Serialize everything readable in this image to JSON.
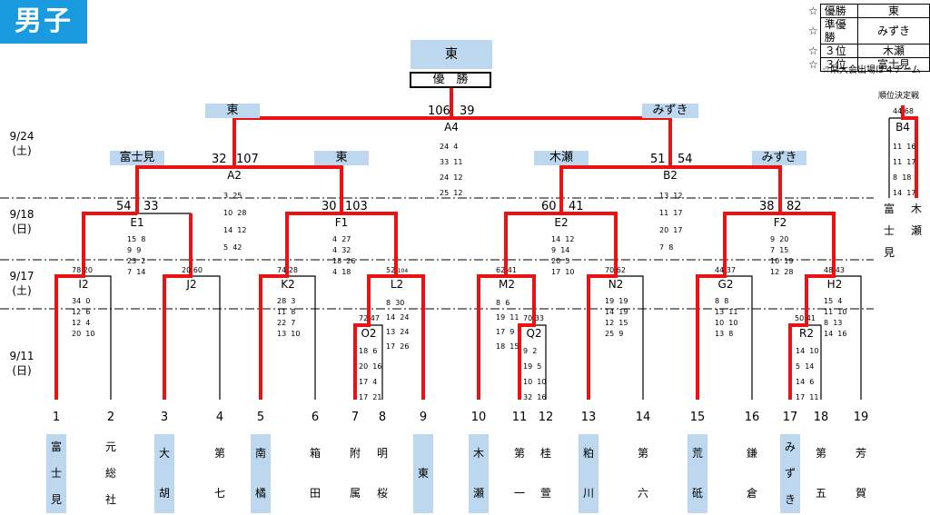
{
  "title": "男子",
  "champion_box": "東",
  "champion_label": "優　勝",
  "rankings": {
    "rows": [
      {
        "star": "☆",
        "place": "優勝",
        "team": "東"
      },
      {
        "star": "☆",
        "place": "準優勝",
        "team": "みずき"
      },
      {
        "star": "☆",
        "place": "３位",
        "team": "木瀬"
      },
      {
        "star": "☆",
        "place": "３位",
        "team": "富士見"
      }
    ],
    "note": "☆県大会出場は４チーム"
  },
  "third_place": {
    "title": "順位決定戦",
    "node": "B4",
    "s1": "44",
    "s2": "68",
    "scores": [
      [
        "11",
        "16"
      ],
      [
        "11",
        "17"
      ],
      [
        "8",
        "18"
      ],
      [
        "14",
        "17"
      ]
    ],
    "left_team": "富士見",
    "right_team": "木瀬"
  },
  "dates": [
    "9/24\n(土)",
    "9/18\n(日)",
    "9/17\n(土)",
    "9/11\n(日)"
  ],
  "final": {
    "node": "A4",
    "left_team": "東",
    "right_team": "みずき",
    "s1": "106",
    "s2": "39",
    "scores": [
      [
        "24",
        "4"
      ],
      [
        "33",
        "11"
      ],
      [
        "24",
        "12"
      ],
      [
        "25",
        "12"
      ]
    ]
  },
  "semis": [
    {
      "node": "A2",
      "left_team": "富士見",
      "right_team": "東",
      "s1": "32",
      "s2": "107",
      "scores": [
        [
          "3",
          "25"
        ],
        [
          "10",
          "28"
        ],
        [
          "14",
          "12"
        ],
        [
          "5",
          "42"
        ]
      ]
    },
    {
      "node": "B2",
      "left_team": "木瀬",
      "right_team": "みずき",
      "s1": "51",
      "s2": "54",
      "scores": [
        [
          "13",
          "12"
        ],
        [
          "11",
          "17"
        ],
        [
          "20",
          "17"
        ],
        [
          "7",
          "8"
        ]
      ]
    }
  ],
  "quarters": [
    {
      "node": "E1",
      "s1": "54",
      "s2": "33",
      "scores": [
        [
          "15",
          "8"
        ],
        [
          "9",
          "9"
        ],
        [
          "23",
          "2"
        ],
        [
          "7",
          "14"
        ]
      ]
    },
    {
      "node": "F1",
      "s1": "30",
      "s2": "103",
      "scores": [
        [
          "4",
          "27"
        ],
        [
          "4",
          "32"
        ],
        [
          "18",
          "26"
        ],
        [
          "4",
          "18"
        ]
      ]
    },
    {
      "node": "E2",
      "s1": "60",
      "s2": "41",
      "scores": [
        [
          "14",
          "12"
        ],
        [
          "9",
          "14"
        ],
        [
          "20",
          "5"
        ],
        [
          "17",
          "10"
        ]
      ]
    },
    {
      "node": "F2",
      "s1": "38",
      "s2": "82",
      "scores": [
        [
          "9",
          "20"
        ],
        [
          "7",
          "15"
        ],
        [
          "10",
          "19"
        ],
        [
          "12",
          "28"
        ]
      ]
    }
  ],
  "round2": [
    {
      "node": "I2",
      "s1": "78",
      "s2": "20",
      "scores": [
        [
          "34",
          "0"
        ],
        [
          "12",
          "6"
        ],
        [
          "12",
          "4"
        ],
        [
          "20",
          "10"
        ]
      ]
    },
    {
      "node": "J2",
      "s1": "20",
      "s2": "60"
    },
    {
      "node": "K2",
      "s1": "74",
      "s2": "28",
      "scores": [
        [
          "28",
          "3"
        ],
        [
          "11",
          "8"
        ],
        [
          "22",
          "7"
        ],
        [
          "13",
          "10"
        ]
      ]
    },
    {
      "node": "L2",
      "s1": "52",
      "s2": "104",
      "scores": [
        [
          "8",
          "30"
        ],
        [
          "14",
          "24"
        ],
        [
          "13",
          "24"
        ],
        [
          "17",
          "26"
        ]
      ]
    },
    {
      "node": "M2",
      "s1": "62",
      "s2": "41",
      "scores": [
        [
          "8",
          "6"
        ],
        [
          "19",
          "11"
        ],
        [
          "17",
          "9"
        ],
        [
          "18",
          "15"
        ]
      ]
    },
    {
      "node": "N2",
      "s1": "70",
      "s2": "62",
      "scores": [
        [
          "19",
          "19"
        ],
        [
          "14",
          "19"
        ],
        [
          "12",
          "15"
        ],
        [
          "25",
          "9"
        ]
      ]
    },
    {
      "node": "G2",
      "s1": "44",
      "s2": "37",
      "scores": [
        [
          "8",
          "8"
        ],
        [
          "13",
          "11"
        ],
        [
          "10",
          "10"
        ],
        [
          "13",
          "8"
        ]
      ]
    },
    {
      "node": "H2",
      "s1": "48",
      "s2": "43",
      "scores": [
        [
          "15",
          "4"
        ],
        [
          "11",
          "10"
        ],
        [
          "8",
          "13"
        ],
        [
          "14",
          "16"
        ]
      ]
    }
  ],
  "round1": [
    {
      "node": "O2",
      "s1": "72",
      "s2": "47",
      "scores": [
        [
          "18",
          "6"
        ],
        [
          "20",
          "16"
        ],
        [
          "17",
          "4"
        ],
        [
          "17",
          "21"
        ]
      ]
    },
    {
      "node": "Q2",
      "s1": "70",
      "s2": "33",
      "scores": [
        [
          "9",
          "2"
        ],
        [
          "19",
          "5"
        ],
        [
          "10",
          "10"
        ],
        [
          "32",
          "16"
        ]
      ]
    },
    {
      "node": "R2",
      "s1": "50",
      "s2": "41",
      "scores": [
        [
          "14",
          "10"
        ],
        [
          "5",
          "14"
        ],
        [
          "14",
          "6"
        ],
        [
          "17",
          "11"
        ]
      ]
    }
  ],
  "teams": [
    {
      "num": "1",
      "name": "富士見",
      "highlight": true
    },
    {
      "num": "2",
      "name": "元総社",
      "highlight": false
    },
    {
      "num": "3",
      "name": "大胡",
      "highlight": true
    },
    {
      "num": "4",
      "name": "第七",
      "highlight": false
    },
    {
      "num": "5",
      "name": "南橘",
      "highlight": true
    },
    {
      "num": "6",
      "name": "箱田",
      "highlight": false
    },
    {
      "num": "7",
      "name": "附属",
      "highlight": false
    },
    {
      "num": "8",
      "name": "明桜",
      "highlight": false
    },
    {
      "num": "9",
      "name": "東",
      "highlight": true
    },
    {
      "num": "10",
      "name": "木瀬",
      "highlight": true
    },
    {
      "num": "11",
      "name": "第一",
      "highlight": false
    },
    {
      "num": "12",
      "name": "桂萱",
      "highlight": false
    },
    {
      "num": "13",
      "name": "粕川",
      "highlight": true
    },
    {
      "num": "14",
      "name": "第六",
      "highlight": false
    },
    {
      "num": "15",
      "name": "荒砥",
      "highlight": true
    },
    {
      "num": "16",
      "name": "鎌倉",
      "highlight": false
    },
    {
      "num": "17",
      "name": "みずき",
      "highlight": true
    },
    {
      "num": "18",
      "name": "第五",
      "highlight": false
    },
    {
      "num": "19",
      "name": "芳賀",
      "highlight": false
    }
  ],
  "colors": {
    "accent": "#1a9be0",
    "winner_line": "#ee1111",
    "highlight": "#bcd7ee"
  }
}
